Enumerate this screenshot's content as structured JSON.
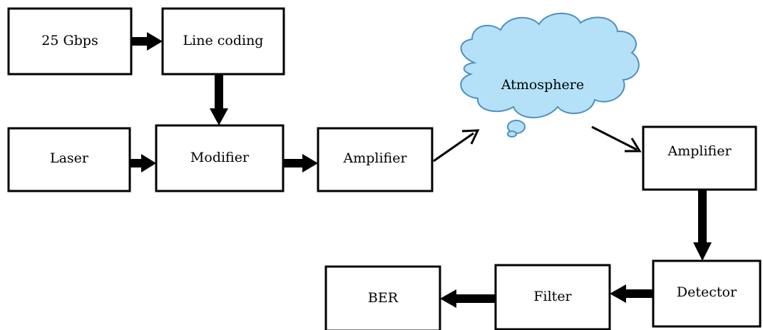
{
  "colors": {
    "cloud_fill": "#b4e1f7",
    "cloud_stroke": "#4f8fc0",
    "block_fill": "#ffffff",
    "line": "#000000"
  },
  "blocks": {
    "source": "25 Gbps",
    "line_coding": "Line coding",
    "laser": "Laser",
    "modifier": "Modifier",
    "amplifier_tx": "Amplifier",
    "channel": "Atmosphere",
    "amplifier_rx": "Amplifier",
    "detector": "Detector",
    "filter": "Filter",
    "ber": "BER"
  }
}
